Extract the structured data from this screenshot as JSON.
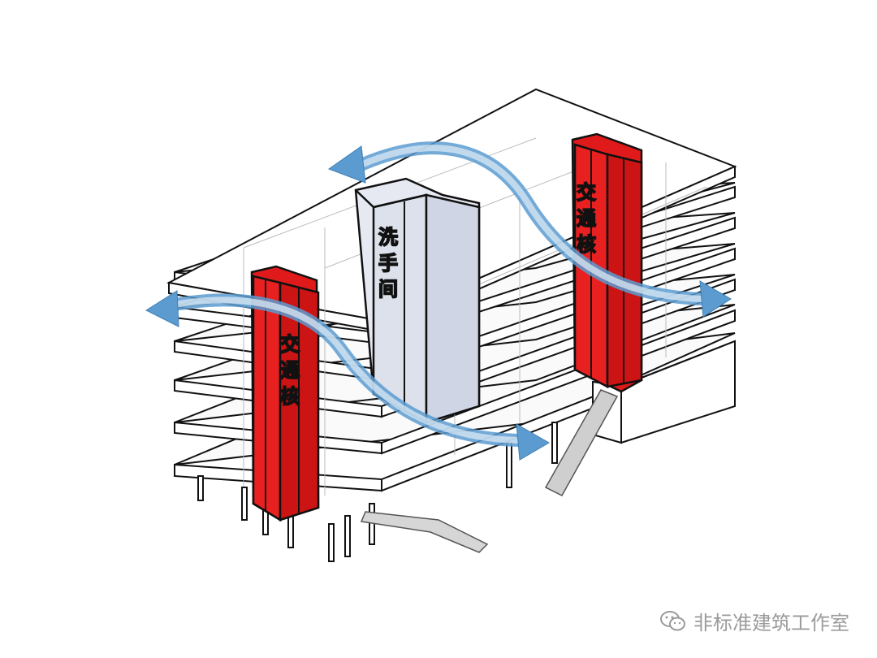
{
  "labels": {
    "core_left": [
      "交",
      "通",
      "核"
    ],
    "core_right": [
      "交",
      "通",
      "核"
    ],
    "restroom": [
      "洗",
      "手",
      "间"
    ]
  },
  "watermark": {
    "text": "非标准建筑工作室",
    "icon": "wechat-icon"
  },
  "colors": {
    "core": "#e01a1a",
    "core_stroke": "#111111",
    "restroom": "#dfe3ef",
    "arrow": "#5b9bd0",
    "structure": "#888888"
  }
}
